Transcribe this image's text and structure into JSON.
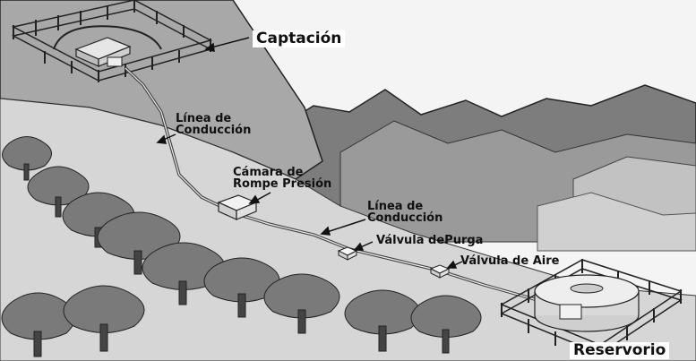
{
  "labels": {
    "captacion": "Captación",
    "linea1_line1": "Línea de",
    "linea1_line2": "Conducción",
    "camara_line1": "Cámara de",
    "camara_line2": "Rompe Presión",
    "linea2_line1": "Línea de",
    "linea2_line2": "Conducción",
    "valvula_purga": "Válvula dePurga",
    "valvula_aire": "Válvula de Aire",
    "reservorio": "Reservorio"
  },
  "colors": {
    "background": "#ffffff",
    "ground": "#d6d6d6",
    "hill": "#a8a8a8",
    "mountain_dark": "#6a6a6a",
    "mountain_mid": "#8a8a8a",
    "tree_canopy": "#7a7a7a",
    "ink": "#111111"
  },
  "icons": [
    "tree-icon",
    "fence-icon",
    "tank-icon",
    "valve-icon"
  ]
}
